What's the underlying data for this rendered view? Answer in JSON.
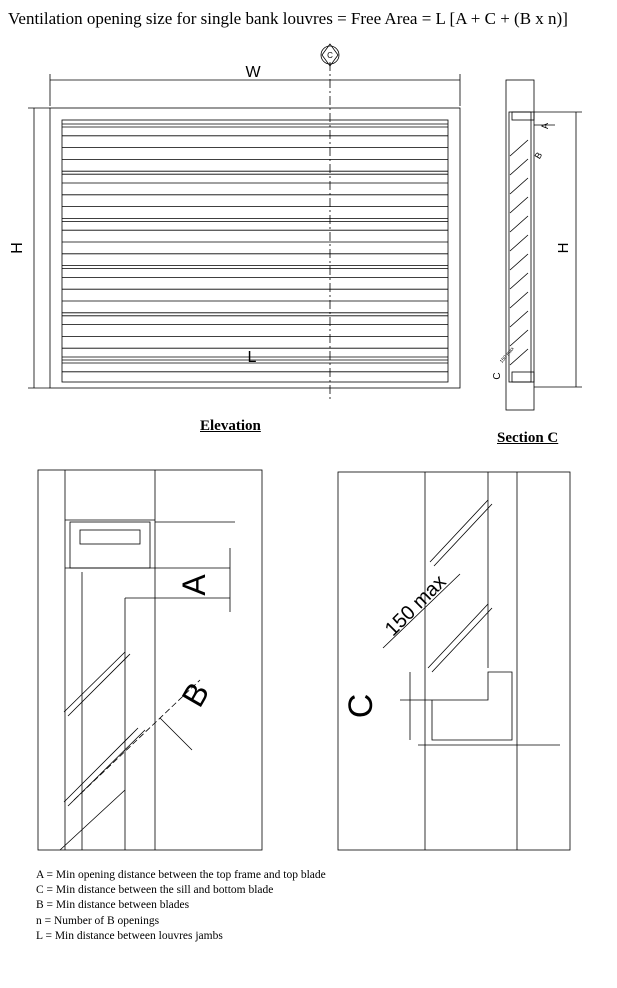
{
  "formula": "Ventilation opening size for single bank louvres = Free Area = L [A + C + (B x n)]",
  "captions": {
    "elevation": "Elevation",
    "section": "Section C"
  },
  "labels": {
    "W": "W",
    "H": "H",
    "L": "L",
    "C": "C",
    "A": "A",
    "B": "B",
    "section_marker": "C",
    "max150_small": "150 max",
    "max150_large": "150 max"
  },
  "legend": [
    "A = Min opening distance between the top frame and top blade",
    "C = Min distance between the sill and bottom blade",
    "B = Min distance between blades",
    "n  = Number of B openings",
    "L = Min distance between louvres jambs"
  ]
}
